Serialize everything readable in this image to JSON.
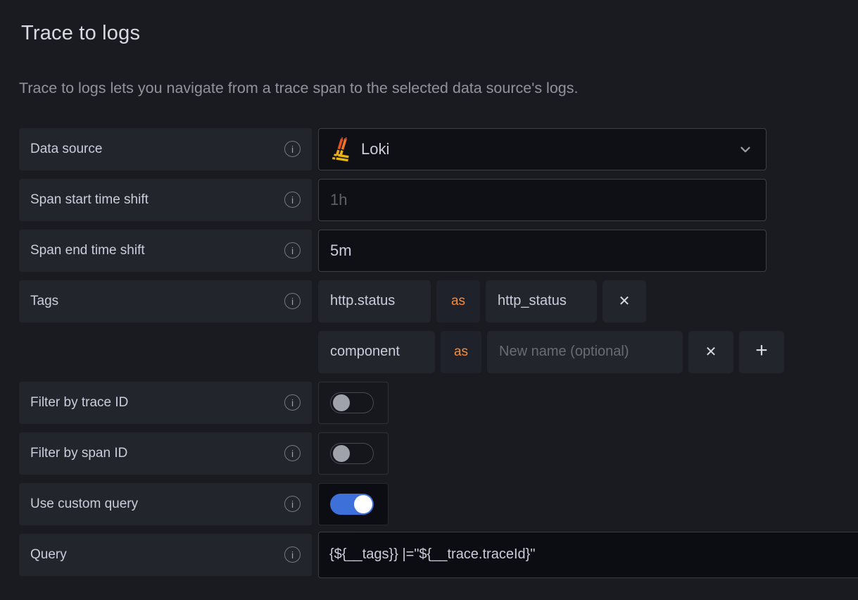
{
  "header": {
    "title": "Trace to logs",
    "description": "Trace to logs lets you navigate from a trace span to the selected data source's logs."
  },
  "form": {
    "data_source": {
      "label": "Data source",
      "value": "Loki"
    },
    "span_start_time_shift": {
      "label": "Span start time shift",
      "placeholder": "1h"
    },
    "span_end_time_shift": {
      "label": "Span end time shift",
      "value": "5m"
    },
    "tags": {
      "label": "Tags",
      "as_keyword": "as",
      "new_name_placeholder": "New name (optional)",
      "pairs": [
        {
          "key": "http.status",
          "value": "http_status"
        },
        {
          "key": "component",
          "value": ""
        }
      ]
    },
    "filter_by_trace_id": {
      "label": "Filter by trace ID",
      "enabled": false
    },
    "filter_by_span_id": {
      "label": "Filter by span ID",
      "enabled": false
    },
    "use_custom_query": {
      "label": "Use custom query",
      "enabled": true
    },
    "query": {
      "label": "Query",
      "value": "{${__tags}} |=\"${__trace.traceId}\""
    }
  },
  "icons": {
    "info": "i",
    "remove": "✕",
    "add": "+"
  },
  "colors": {
    "accent_orange": "#ff8833",
    "toggle_on_blue": "#3d71d9",
    "background": "#191b21",
    "panel": "#22252b"
  }
}
